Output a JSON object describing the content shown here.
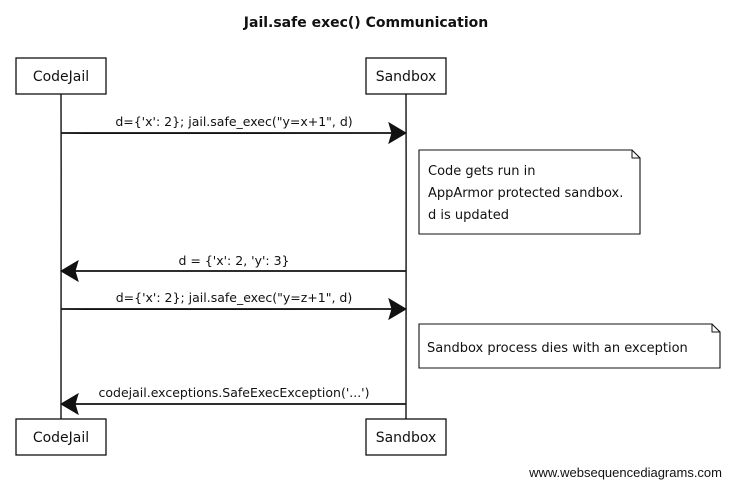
{
  "title": "Jail.safe exec() Communication",
  "participants": {
    "left": "CodeJail",
    "right": "Sandbox"
  },
  "messages": [
    {
      "text": "d={'x': 2}; jail.safe_exec(\"y=x+1\", d)",
      "direction": "right"
    },
    {
      "text": "d = {'x': 2, 'y': 3}",
      "direction": "left"
    },
    {
      "text": "d={'x': 2}; jail.safe_exec(\"y=z+1\", d)",
      "direction": "right"
    },
    {
      "text": "codejail.exceptions.SafeExecException('...')",
      "direction": "left"
    }
  ],
  "notes": [
    {
      "lines": [
        "Code gets run in",
        "AppArmor protected sandbox.",
        "d is updated"
      ]
    },
    {
      "lines": [
        "Sandbox process dies with an exception"
      ]
    }
  ],
  "watermark": "www.websequencediagrams.com"
}
